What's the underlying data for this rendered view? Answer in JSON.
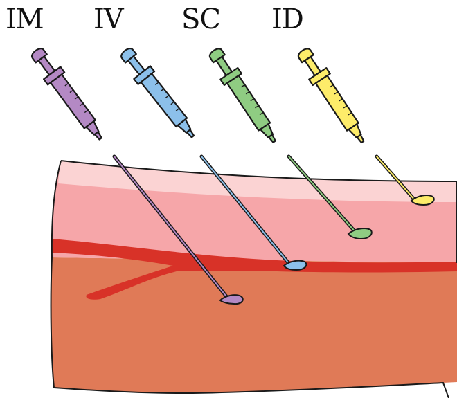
{
  "labels": {
    "im": "IM",
    "iv": "IV",
    "sc": "SC",
    "id": "ID"
  },
  "colors": {
    "im": "#b489c4",
    "iv": "#8cc0ea",
    "sc": "#8fcc82",
    "id": "#fdec6a",
    "epidermis": "#fbd3d3",
    "dermis": "#f6a6a9",
    "muscle": "#e07a57",
    "vessel": "#d83228",
    "outline": "#1a1a1a"
  },
  "icons": {
    "im": "syringe-icon",
    "iv": "syringe-icon",
    "sc": "syringe-icon",
    "id": "syringe-icon"
  }
}
